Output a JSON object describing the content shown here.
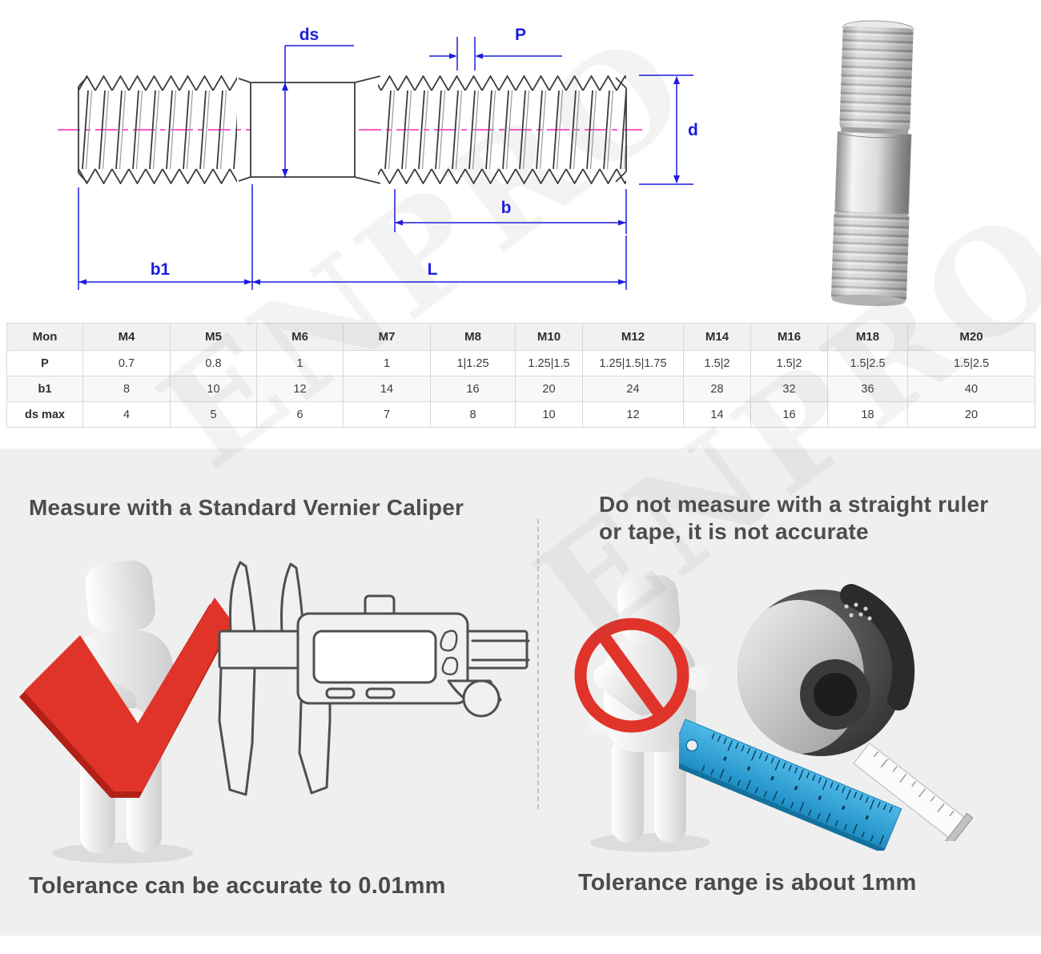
{
  "watermark": {
    "text": "ENPRO"
  },
  "drawing": {
    "labels": {
      "ds": "ds",
      "p": "P",
      "d": "d",
      "b": "b",
      "b1": "b1",
      "l": "L"
    }
  },
  "table": {
    "headers": [
      "Mon",
      "M4",
      "M5",
      "M6",
      "M7",
      "M8",
      "M10",
      "M12",
      "M14",
      "M16",
      "M18",
      "M20"
    ],
    "rows": [
      {
        "label": "P",
        "values": [
          "0.7",
          "0.8",
          "1",
          "1",
          "1|1.25",
          "1.25|1.5",
          "1.25|1.5|1.75",
          "1.5|2",
          "1.5|2",
          "1.5|2.5",
          "1.5|2.5"
        ]
      },
      {
        "label": "b1",
        "values": [
          "8",
          "10",
          "12",
          "14",
          "16",
          "20",
          "24",
          "28",
          "32",
          "36",
          "40"
        ]
      },
      {
        "label": "ds max",
        "values": [
          "4",
          "5",
          "6",
          "7",
          "8",
          "10",
          "12",
          "14",
          "16",
          "18",
          "20"
        ]
      }
    ]
  },
  "panel": {
    "left": {
      "heading": "Measure with a Standard Vernier Caliper",
      "caption": "Tolerance can be accurate to 0.01mm"
    },
    "right": {
      "heading_line1": "Do not measure with a straight ruler",
      "heading_line2": "or tape, it is not accurate",
      "caption": "Tolerance range is about 1mm"
    }
  },
  "colors": {
    "dimension_blue": "#1c1ce0",
    "centerline_magenta": "#ff43cf",
    "alert_red": "#e0342a",
    "ruler_blue": "#2fa7de",
    "panel_bg": "#efefef"
  }
}
